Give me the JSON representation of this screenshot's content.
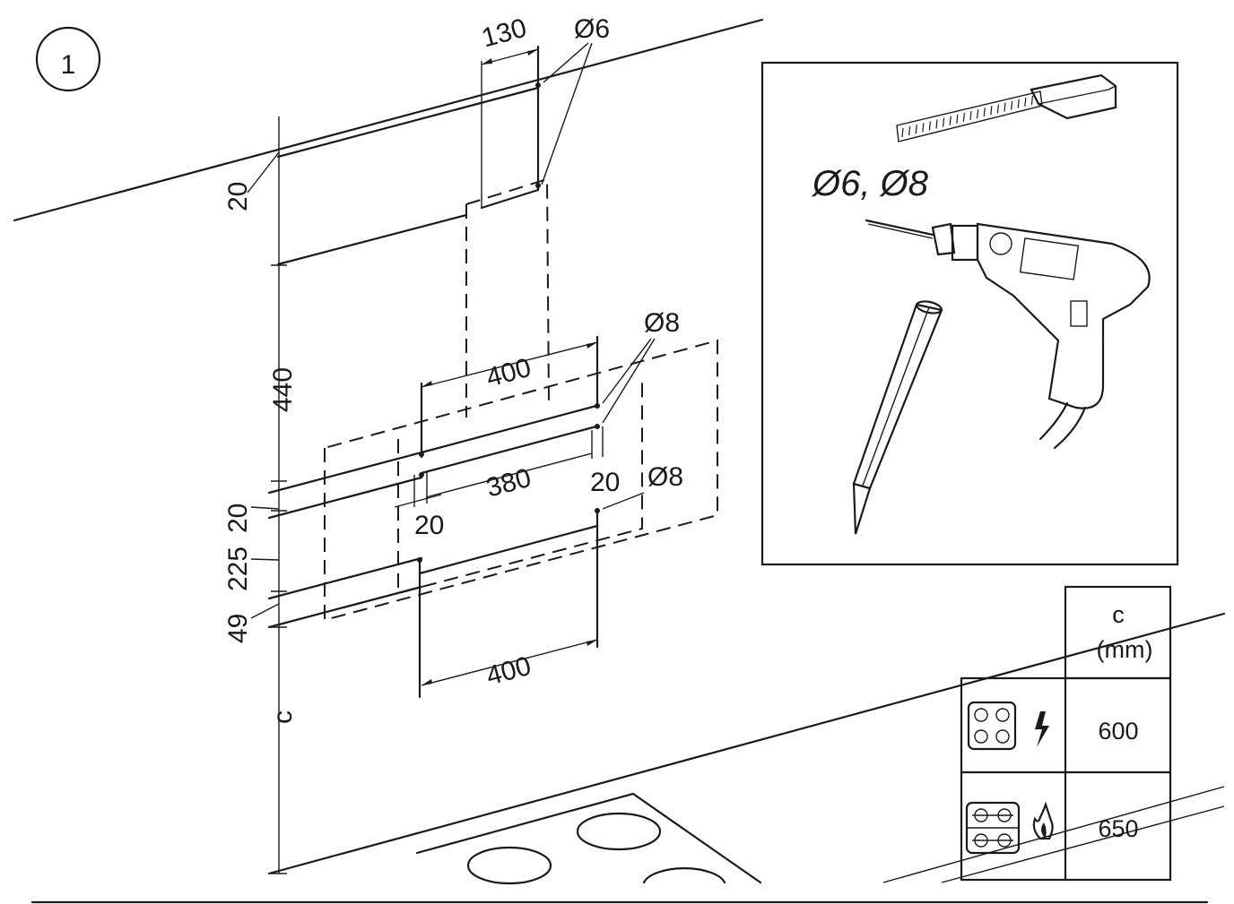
{
  "step": {
    "number": "1"
  },
  "dimensions": {
    "d130": "130",
    "dia6_top": "Ø6",
    "d20_top": "20",
    "d440": "440",
    "d400_top": "400",
    "dia8_top": "Ø8",
    "d380": "380",
    "d20_right": "20",
    "dia8_right": "Ø8",
    "d20_mid": "20",
    "d20_left": "20",
    "d225": "225",
    "d49": "49",
    "d400_bottom": "400",
    "c": "c"
  },
  "tools_panel": {
    "drill_sizes": "Ø6, Ø8",
    "icons": [
      "tape-measure-icon",
      "drill-icon",
      "pencil-icon"
    ]
  },
  "distance_table": {
    "header_line1": "c",
    "header_line2": "(mm)",
    "rows": [
      {
        "hob_icon": "electric-hob-icon",
        "energy_icon": "lightning-icon",
        "value": "600"
      },
      {
        "hob_icon": "gas-hob-icon",
        "energy_icon": "flame-icon",
        "value": "650"
      }
    ]
  }
}
